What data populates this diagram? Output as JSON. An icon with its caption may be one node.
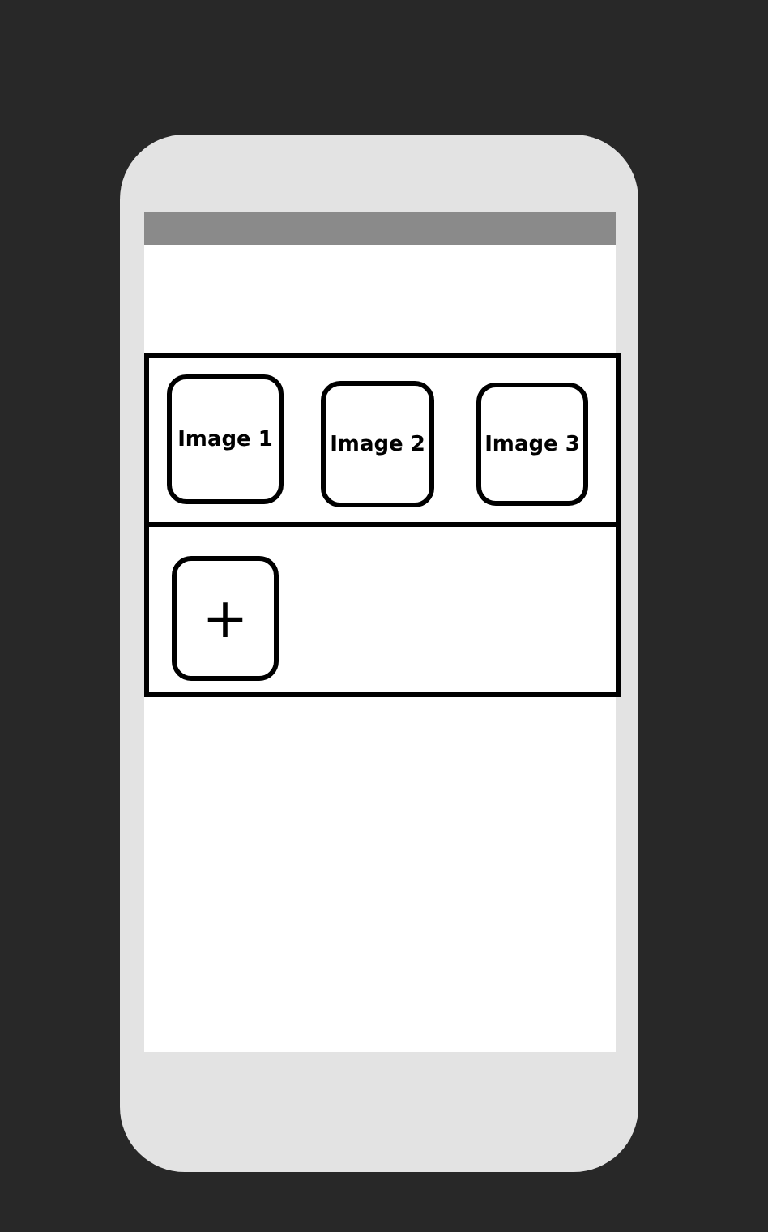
{
  "diagram": {
    "nodes": [
      {
        "text": [],
        "shape": "box"
      },
      {
        "text": [
          "Image 1"
        ],
        "in": 0
      },
      {
        "text": [
          "Image 2"
        ],
        "in": 0
      },
      {
        "text": [
          "Image 3"
        ],
        "in": 0
      },
      {
        "text": [],
        "shape": "box"
      },
      {
        "text": [
          "+"
        ],
        "in": 4
      }
    ]
  }
}
